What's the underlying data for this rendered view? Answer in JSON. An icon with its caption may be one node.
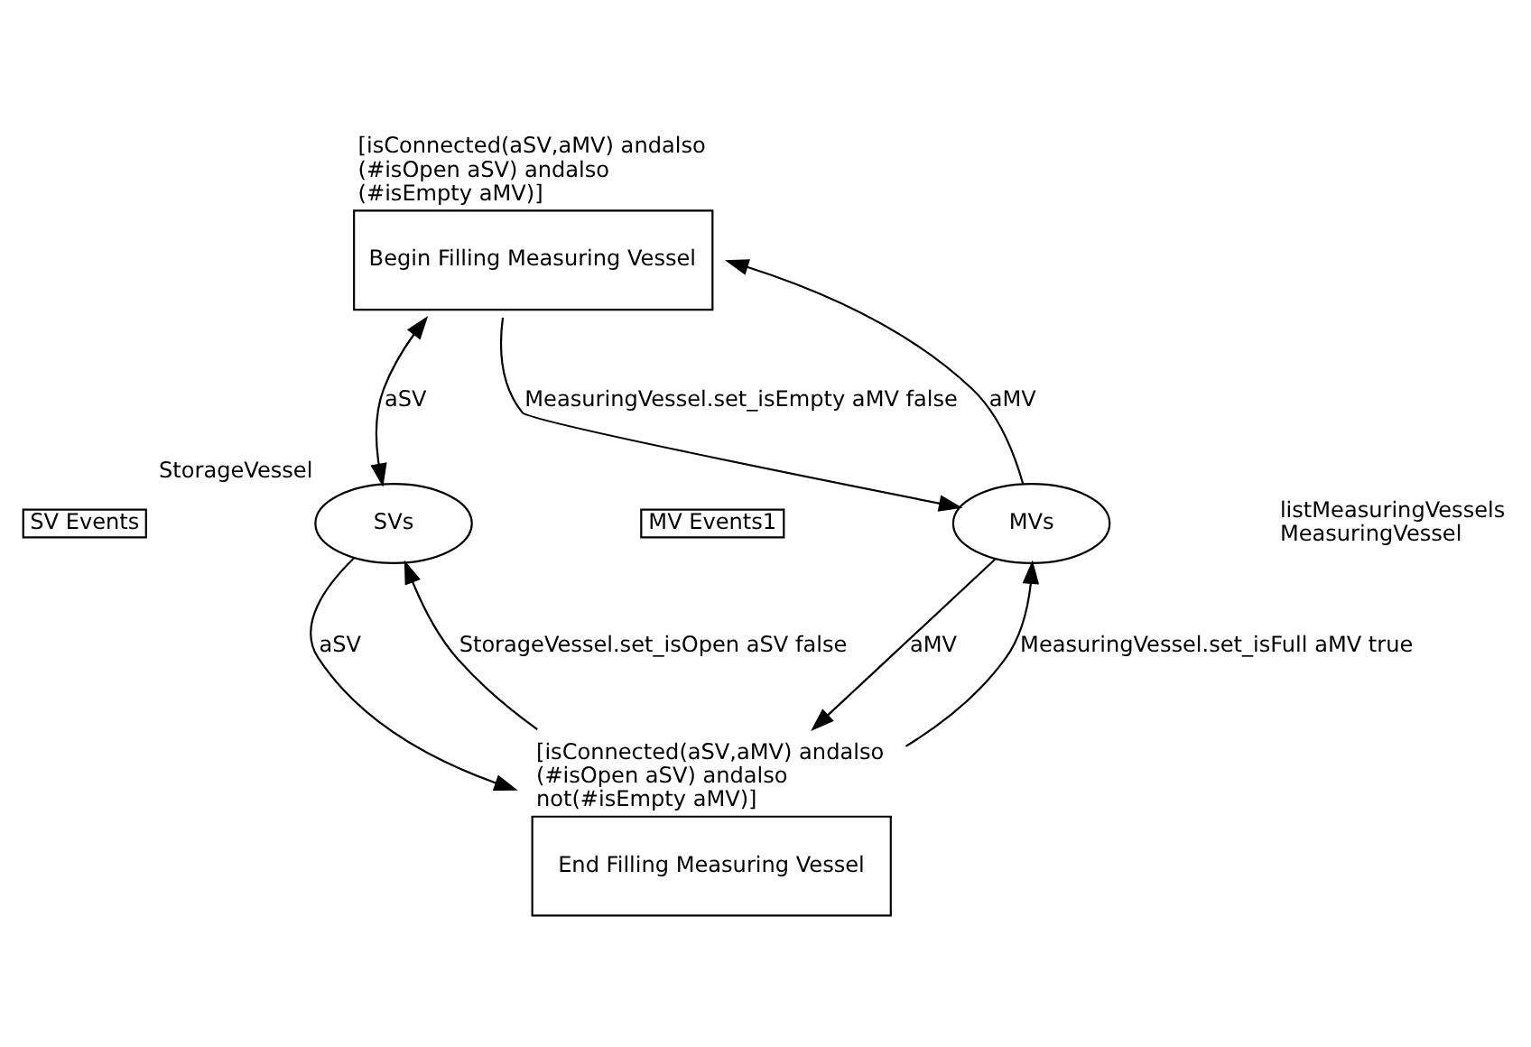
{
  "diagram": {
    "nodes": [
      {
        "text": [
          "Begin Filling Measuring Vessel"
        ],
        "beside": [
          "[isConnected(aSV,aMV) andalso (#isOpen aSV) andalso (#isEmpty aMV)]"
        ]
      },
      {
        "text": [
          "SVs"
        ],
        "beside": [
          "StorageVessel"
        ]
      },
      {
        "text": [
          "MVs"
        ],
        "beside": [
          "listMeasuringVessels",
          "MeasuringVessel"
        ]
      },
      {
        "text": [
          "End Filling Measuring Vessel"
        ],
        "beside": [
          "[isConnected(aSV,aMV) andalso (#isOpen aSV) andalso not(#isEmpty aMV)]"
        ]
      },
      {
        "text": [
          "SV Events"
        ]
      },
      {
        "text": [
          "MV Events1"
        ]
      }
    ],
    "edges": [
      {
        "from": 1,
        "to": 0,
        "arrow": "both",
        "label": "aSV"
      },
      {
        "from": 0,
        "to": 2,
        "arrow": "to",
        "label": "MeasuringVessel.set_isEmpty aMV false"
      },
      {
        "from": 2,
        "to": 0,
        "arrow": "to",
        "label": "aMV"
      },
      {
        "from": 1,
        "to": 3,
        "arrow": "to",
        "label": "aSV"
      },
      {
        "from": 3,
        "to": 1,
        "arrow": "to",
        "label": "StorageVessel.set_isOpen aSV false"
      },
      {
        "from": 3,
        "to": 2,
        "arrow": "to",
        "label": "MeasuringVessel.set_isFull aMV true"
      },
      {
        "from": 2,
        "to": 3,
        "arrow": "to",
        "label": "aMV"
      }
    ]
  }
}
